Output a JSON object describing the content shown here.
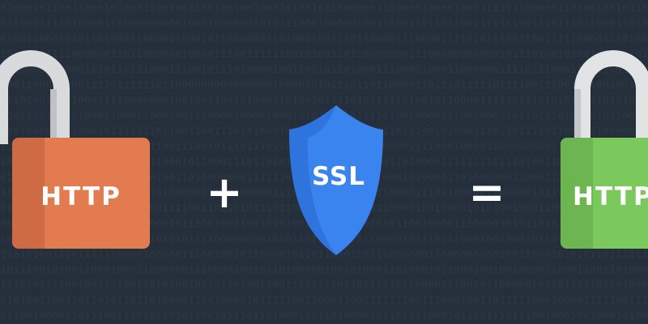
{
  "left_lock": {
    "label": "HTTP",
    "color": "#e27c50",
    "icon": "open-padlock-icon"
  },
  "operator_plus": "+",
  "shield": {
    "label": "SSL",
    "color": "#3a84ef",
    "icon": "shield-icon"
  },
  "operator_equals": "=",
  "right_lock": {
    "label": "HTTPS",
    "color": "#7bc95c",
    "icon": "open-padlock-icon"
  },
  "background": {
    "color": "#252f3c",
    "pattern": "binary-digits"
  }
}
